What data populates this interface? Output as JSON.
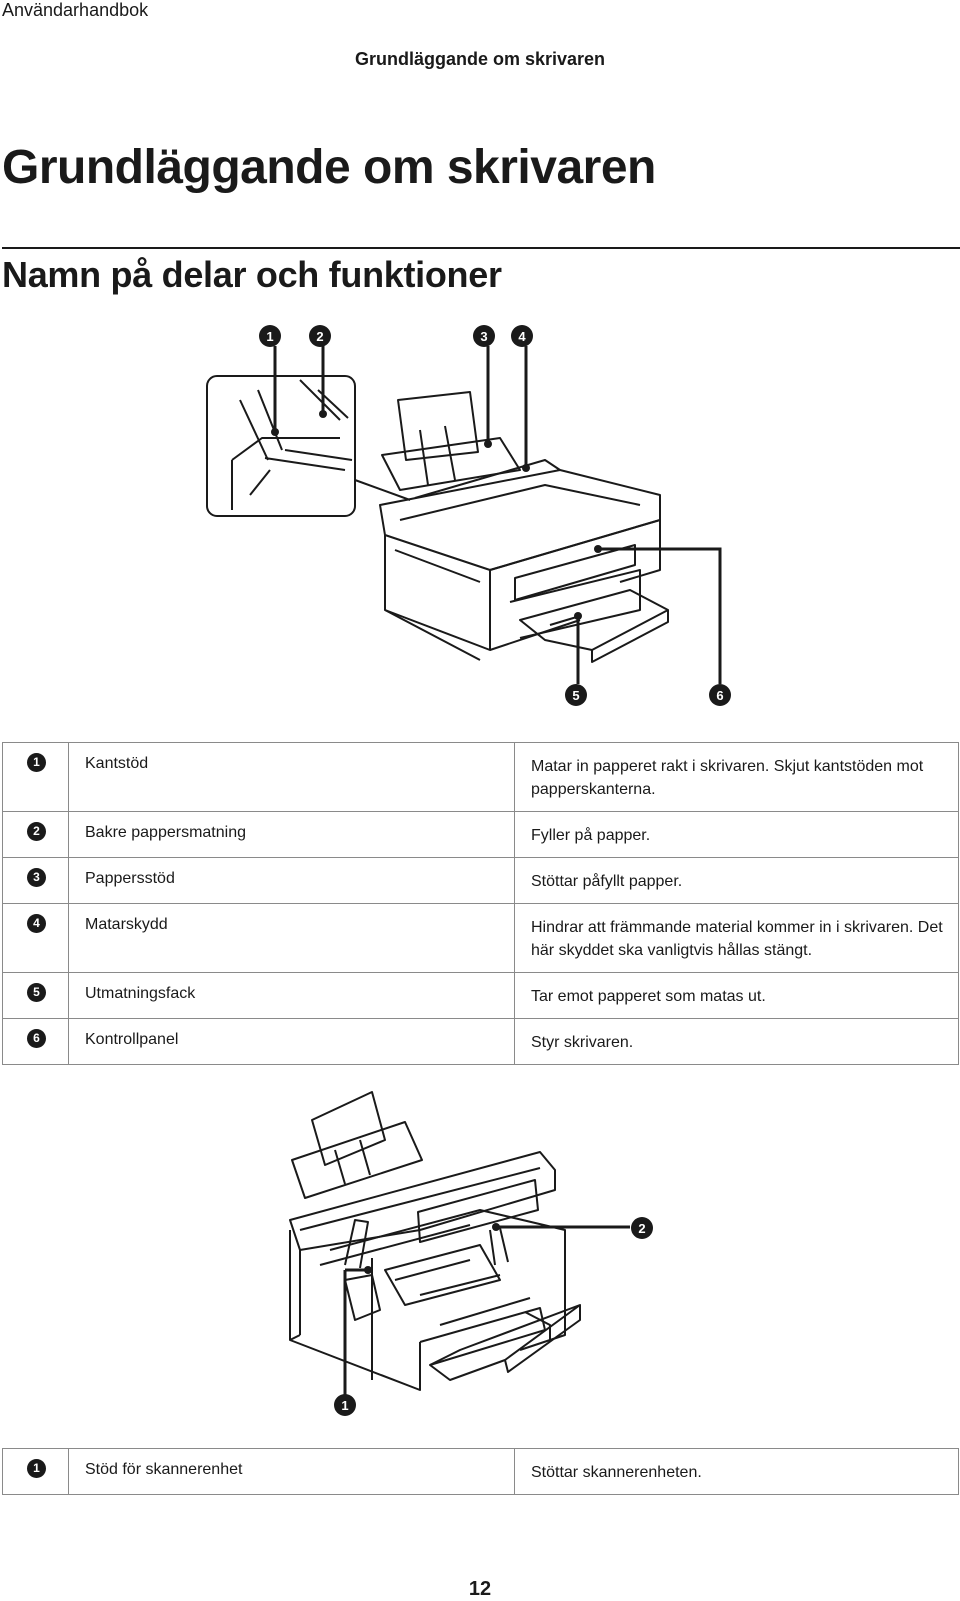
{
  "header": {
    "doc_title": "Användarhandbok",
    "section": "Grundläggande om skrivaren"
  },
  "heading1": "Grundläggande om skrivaren",
  "heading2": "Namn på delar och funktioner",
  "figure1": {
    "callouts": [
      "1",
      "2",
      "3",
      "4",
      "5",
      "6"
    ]
  },
  "table1": {
    "rows": [
      {
        "num": "1",
        "name": "Kantstöd",
        "desc": "Matar in papperet rakt i skrivaren. Skjut kantstöden mot papperskanterna."
      },
      {
        "num": "2",
        "name": "Bakre pappersmatning",
        "desc": "Fyller på papper."
      },
      {
        "num": "3",
        "name": "Pappersstöd",
        "desc": "Stöttar påfyllt papper."
      },
      {
        "num": "4",
        "name": "Matarskydd",
        "desc": "Hindrar att främmande material kommer in i skrivaren. Det här skyddet ska vanligtvis hållas stängt."
      },
      {
        "num": "5",
        "name": "Utmatningsfack",
        "desc": "Tar emot papperet som matas ut."
      },
      {
        "num": "6",
        "name": "Kontrollpanel",
        "desc": "Styr skrivaren."
      }
    ]
  },
  "figure2": {
    "callouts": [
      "2",
      "1"
    ]
  },
  "table2": {
    "rows": [
      {
        "num": "1",
        "name": "Stöd för skannerenhet",
        "desc": "Stöttar skannerenheten."
      }
    ]
  },
  "page_number": "12"
}
